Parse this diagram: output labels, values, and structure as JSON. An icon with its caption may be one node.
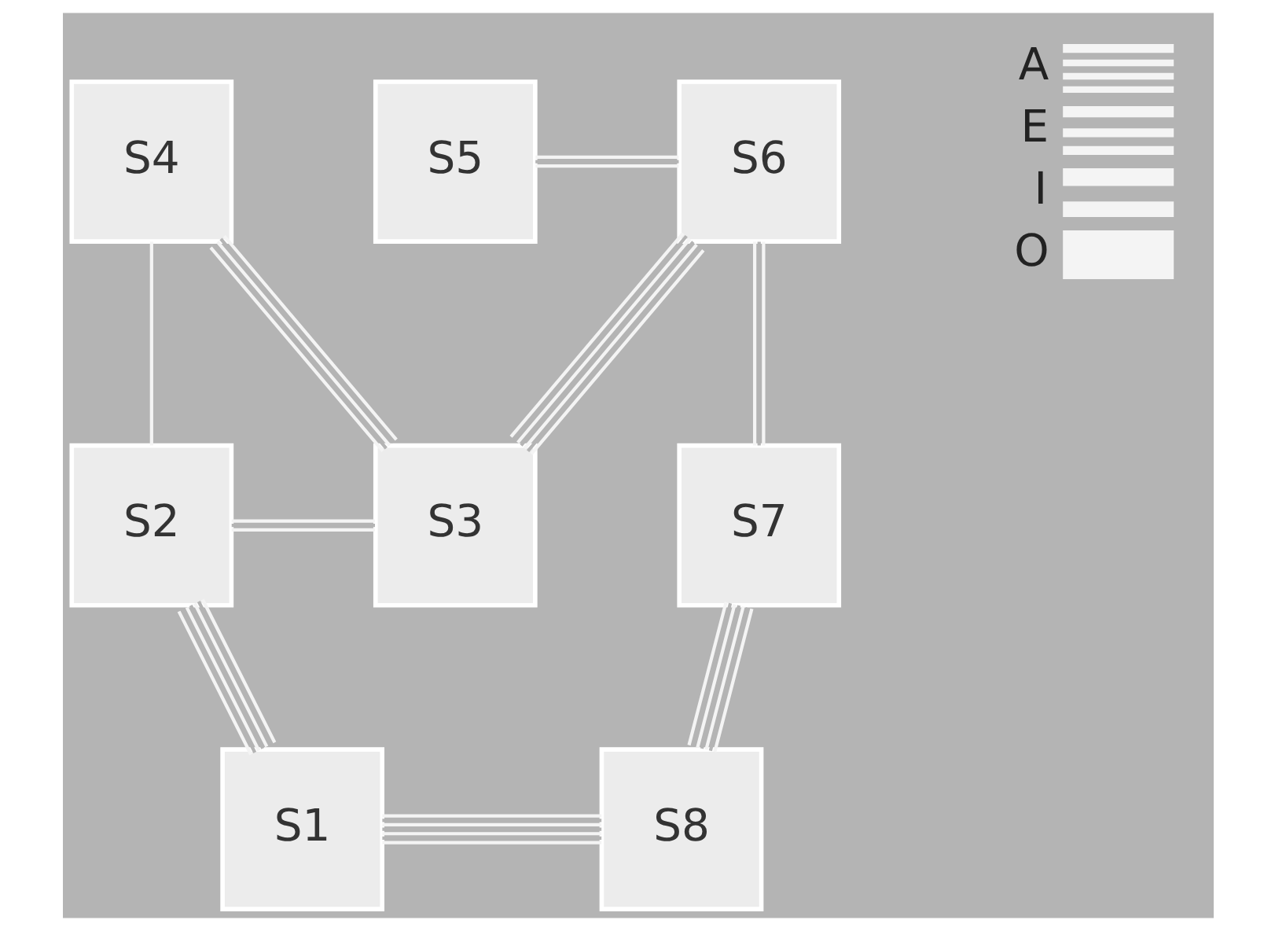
{
  "diagram": {
    "nodes": [
      {
        "text": [
          "S4"
        ]
      },
      {
        "text": [
          "S5"
        ]
      },
      {
        "text": [
          "S6"
        ]
      },
      {
        "text": [
          "S2"
        ]
      },
      {
        "text": [
          "S3"
        ]
      },
      {
        "text": [
          "S7"
        ]
      },
      {
        "text": [
          "S1"
        ]
      },
      {
        "text": [
          "S8"
        ]
      }
    ],
    "edges": [
      {
        "from": 0,
        "to": 3,
        "arrow": "none"
      },
      {
        "from": 0,
        "to": 4,
        "arrow": "none"
      },
      {
        "from": 1,
        "to": 2,
        "arrow": "none"
      },
      {
        "from": 2,
        "to": 4,
        "arrow": "none"
      },
      {
        "from": 2,
        "to": 5,
        "arrow": "none"
      },
      {
        "from": 3,
        "to": 4,
        "arrow": "none"
      },
      {
        "from": 3,
        "to": 6,
        "arrow": "none"
      },
      {
        "from": 5,
        "to": 7,
        "arrow": "none"
      },
      {
        "from": 6,
        "to": 7,
        "arrow": "none"
      }
    ],
    "legend": [
      {
        "text": "A"
      },
      {
        "text": "E"
      },
      {
        "text": "I"
      },
      {
        "text": "O"
      }
    ]
  }
}
